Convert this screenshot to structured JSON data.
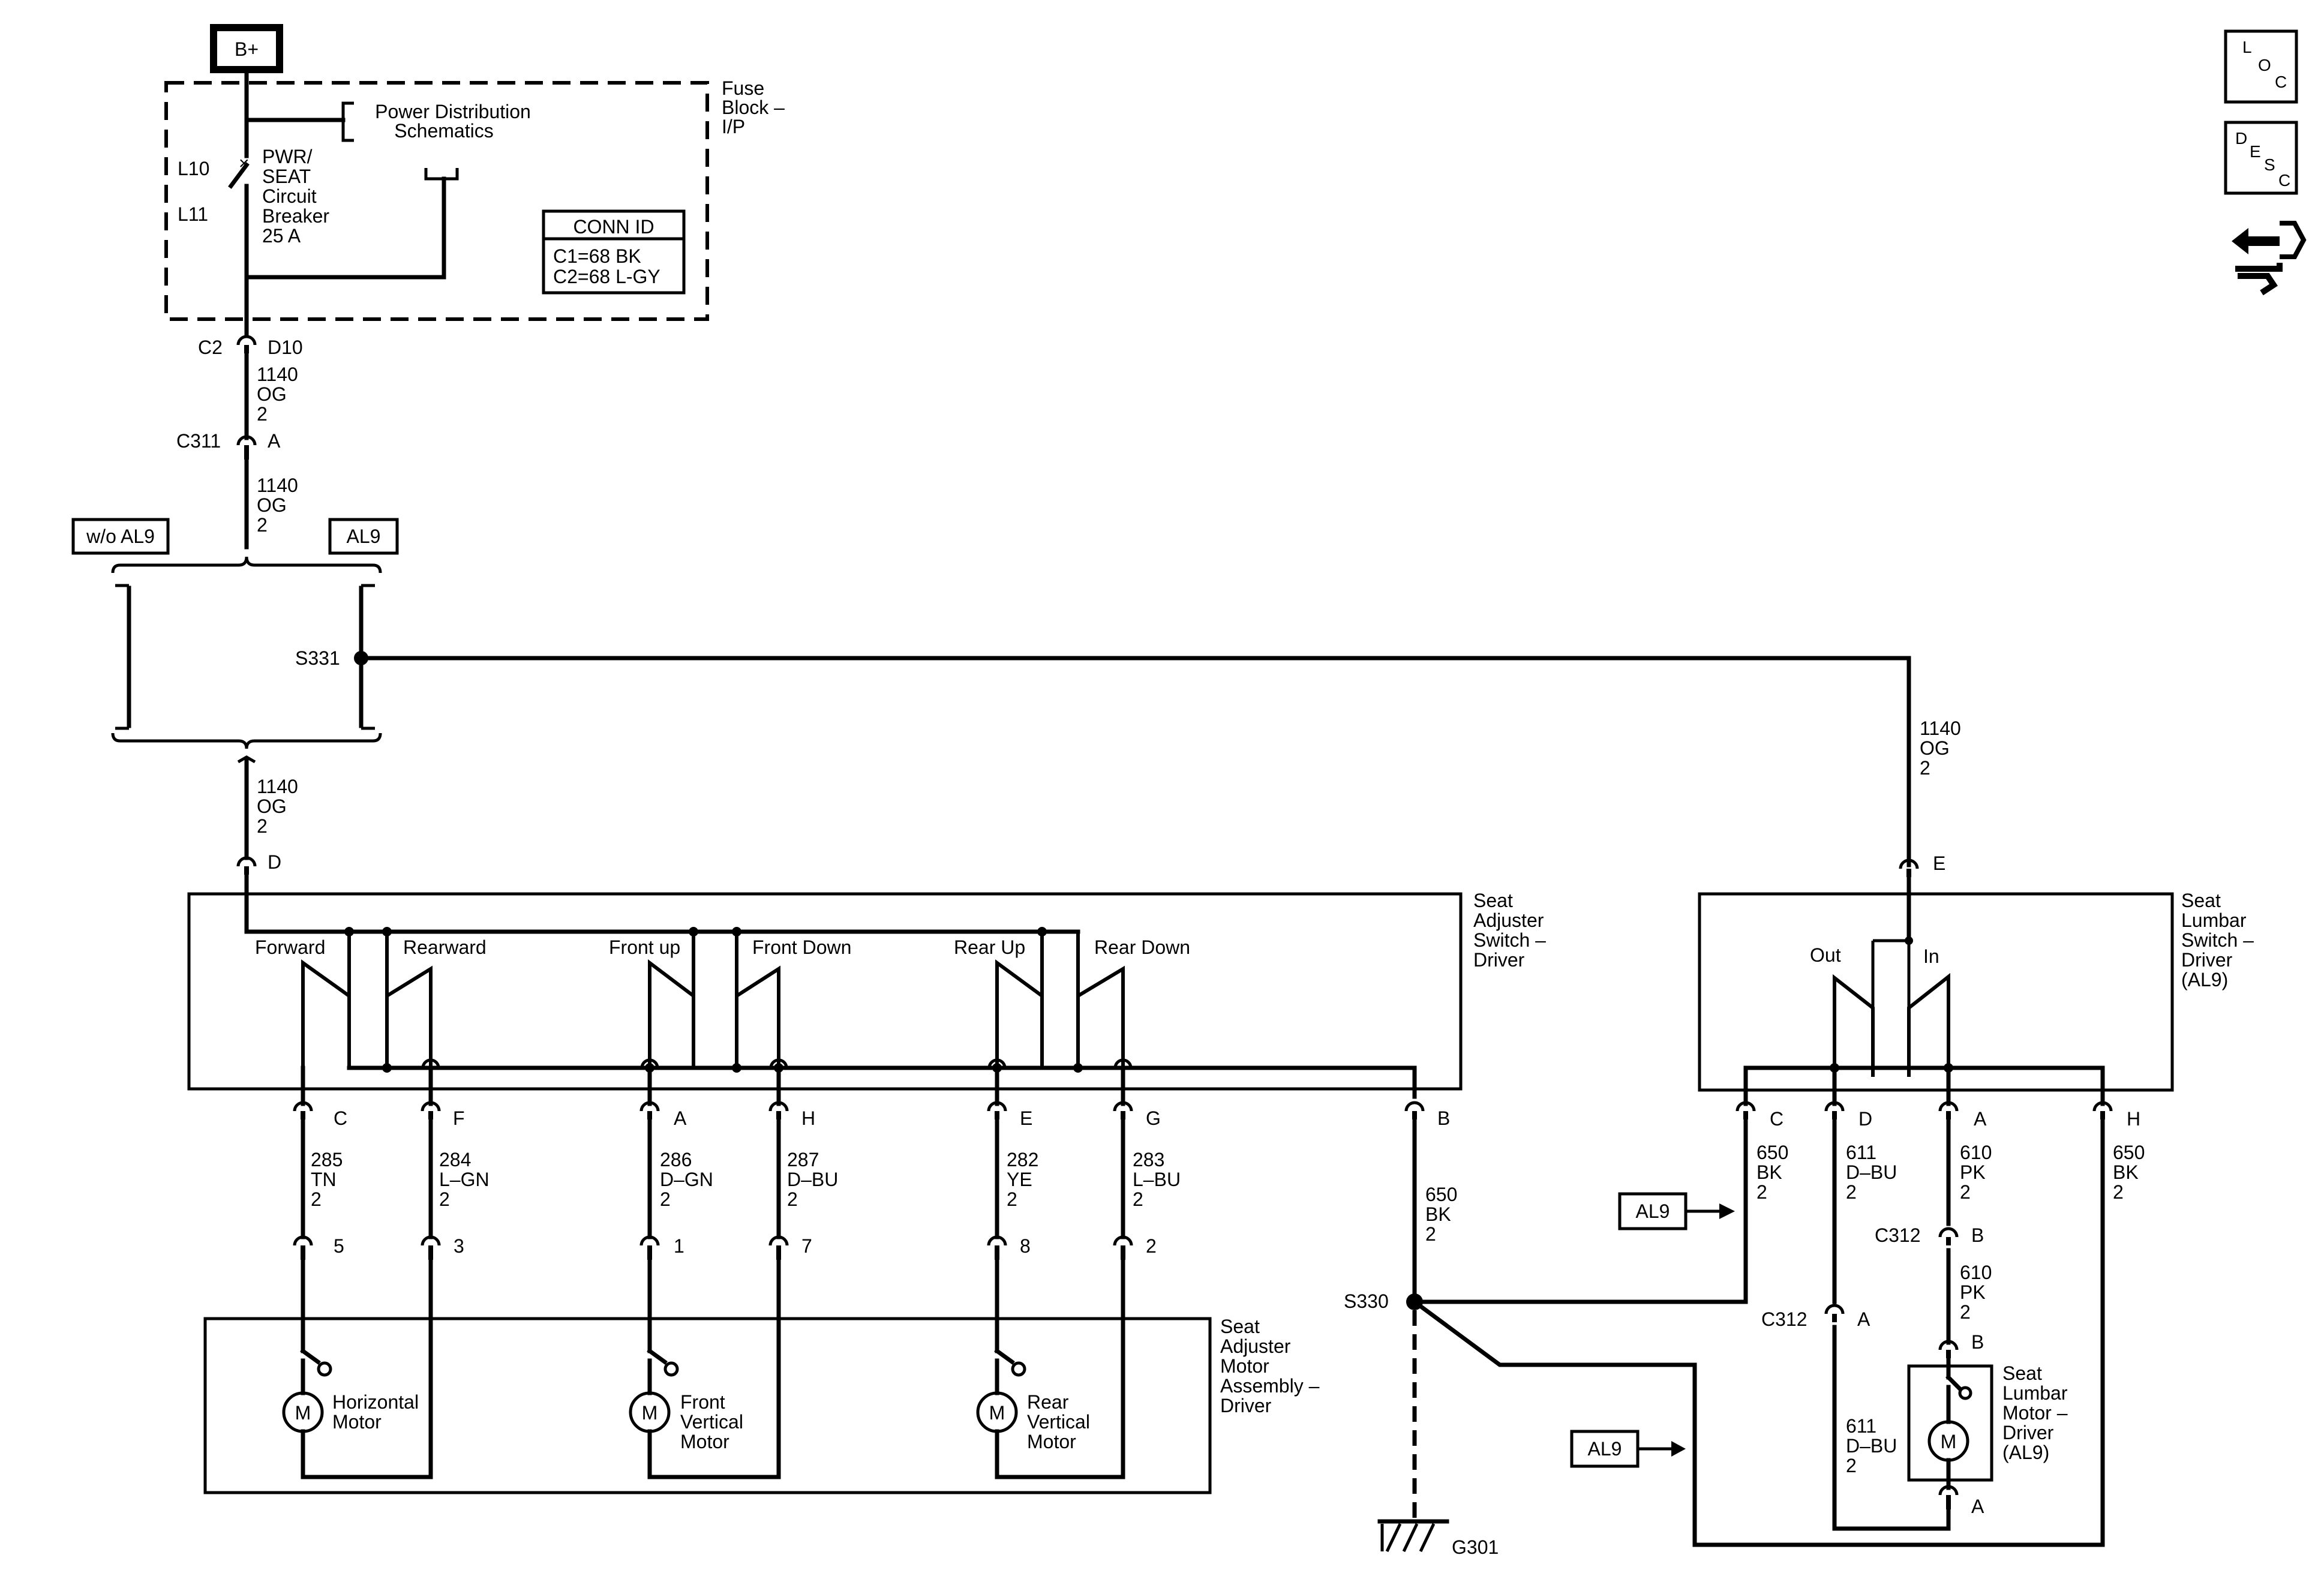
{
  "fuse_block": {
    "supply": "B+",
    "power_dist": [
      "Power Distribution",
      "Schematics"
    ],
    "title": [
      "Fuse",
      "Block –",
      "I/P"
    ],
    "breaker": [
      "PWR/",
      "SEAT",
      "Circuit",
      "Breaker",
      "25 A"
    ],
    "loc_l10": "L10",
    "loc_l11": "L11",
    "conn_id_title": "CONN ID",
    "conn_id_c1": "C1=68 BK",
    "conn_id_c2": "C2=68 L-GY"
  },
  "top_feed": {
    "c2": "C2",
    "d10": "D10",
    "wire_a": [
      "1140",
      "OG",
      "2"
    ],
    "c311": "C311",
    "c311_pin": "A",
    "wire_b": [
      "1140",
      "OG",
      "2"
    ],
    "option_wo": "w/o AL9",
    "option_with": "AL9",
    "splice": "S331",
    "wire_c": [
      "1140",
      "OG",
      "2"
    ],
    "pin_d": "D",
    "wire_lumbar": [
      "1140",
      "OG",
      "2"
    ],
    "pin_e": "E"
  },
  "seat_switch": {
    "title": [
      "Seat",
      "Adjuster",
      "Switch –",
      "Driver"
    ],
    "labels": [
      "Forward",
      "Rearward",
      "Front up",
      "Front Down",
      "Rear Up",
      "Rear Down"
    ],
    "pins": [
      "C",
      "F",
      "A",
      "H",
      "E",
      "G",
      "B"
    ]
  },
  "wires": [
    {
      "circuit": "285",
      "color": "TN",
      "size": "2",
      "motor_pin": "5"
    },
    {
      "circuit": "284",
      "color": "L–GN",
      "size": "2",
      "motor_pin": "3"
    },
    {
      "circuit": "286",
      "color": "D–GN",
      "size": "2",
      "motor_pin": "1"
    },
    {
      "circuit": "287",
      "color": "D–BU",
      "size": "2",
      "motor_pin": "7"
    },
    {
      "circuit": "282",
      "color": "YE",
      "size": "2",
      "motor_pin": "8"
    },
    {
      "circuit": "283",
      "color": "L–BU",
      "size": "2",
      "motor_pin": "2"
    }
  ],
  "ground_wire": [
    "650",
    "BK",
    "2"
  ],
  "splice_s330": "S330",
  "ground": "G301",
  "motor_assembly": {
    "title": [
      "Seat",
      "Adjuster",
      "Motor",
      "Assembly –",
      "Driver"
    ],
    "motor_symbol": "M",
    "motors": [
      [
        "Horizontal",
        "Motor"
      ],
      [
        "Front",
        "Vertical",
        "Motor"
      ],
      [
        "Rear",
        "Vertical",
        "Motor"
      ]
    ]
  },
  "lumbar_switch": {
    "title": [
      "Seat",
      "Lumbar",
      "Switch –",
      "Driver",
      "(AL9)"
    ],
    "out": "Out",
    "in": "In",
    "pins": [
      "C",
      "D",
      "A",
      "H"
    ],
    "wire_c": [
      "650",
      "BK",
      "2"
    ],
    "wire_d": [
      "611",
      "D–BU",
      "2"
    ],
    "wire_a": [
      "610",
      "PK",
      "2"
    ],
    "wire_h": [
      "650",
      "BK",
      "2"
    ],
    "al9_arrow_1": "AL9",
    "al9_arrow_2": "AL9",
    "c312_left": "C312",
    "c312_left_pin": "A",
    "c312_right": "C312",
    "c312_right_pin": "B",
    "wire_pk2": [
      "610",
      "PK",
      "2"
    ],
    "motor_pin_b": "B",
    "wire_dbu2": [
      "611",
      "D–BU",
      "2"
    ],
    "motor_pin_a": "A"
  },
  "lumbar_motor": {
    "title": [
      "Seat",
      "Lumbar",
      "Motor –",
      "Driver",
      "(AL9)"
    ],
    "symbol": "M"
  },
  "side_icons": {
    "loc": [
      "L",
      "O",
      "C"
    ],
    "desc": [
      "D",
      "E",
      "S",
      "C"
    ]
  }
}
